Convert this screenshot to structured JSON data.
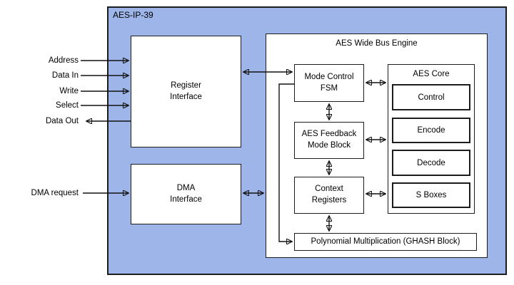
{
  "chip": {
    "label": "AES-IP-39"
  },
  "io_signals": [
    {
      "label": "Address",
      "direction": "in"
    },
    {
      "label": "Data In",
      "direction": "in"
    },
    {
      "label": "Write",
      "direction": "in"
    },
    {
      "label": "Select",
      "direction": "in"
    },
    {
      "label": "Data Out",
      "direction": "out"
    },
    {
      "label": "DMA request",
      "direction": "in"
    }
  ],
  "blocks": {
    "register_interface": "Register\nInterface",
    "dma_interface": "DMA\nInterface",
    "engine_title": "AES Wide Bus Engine",
    "mode_control_fsm": "Mode Control\nFSM",
    "aes_feedback": "AES Feedback\nMode Block",
    "context_registers": "Context\nRegisters",
    "aes_core_title": "AES Core",
    "aes_core_sub": [
      "Control",
      "Encode",
      "Decode",
      "S Boxes"
    ],
    "polynomial": "Polynomial Multiplication (GHASH Block)"
  },
  "colors": {
    "chip_fill": "#9db5e9",
    "line": "#1c1c1c",
    "block_fill": "#ffffff"
  }
}
